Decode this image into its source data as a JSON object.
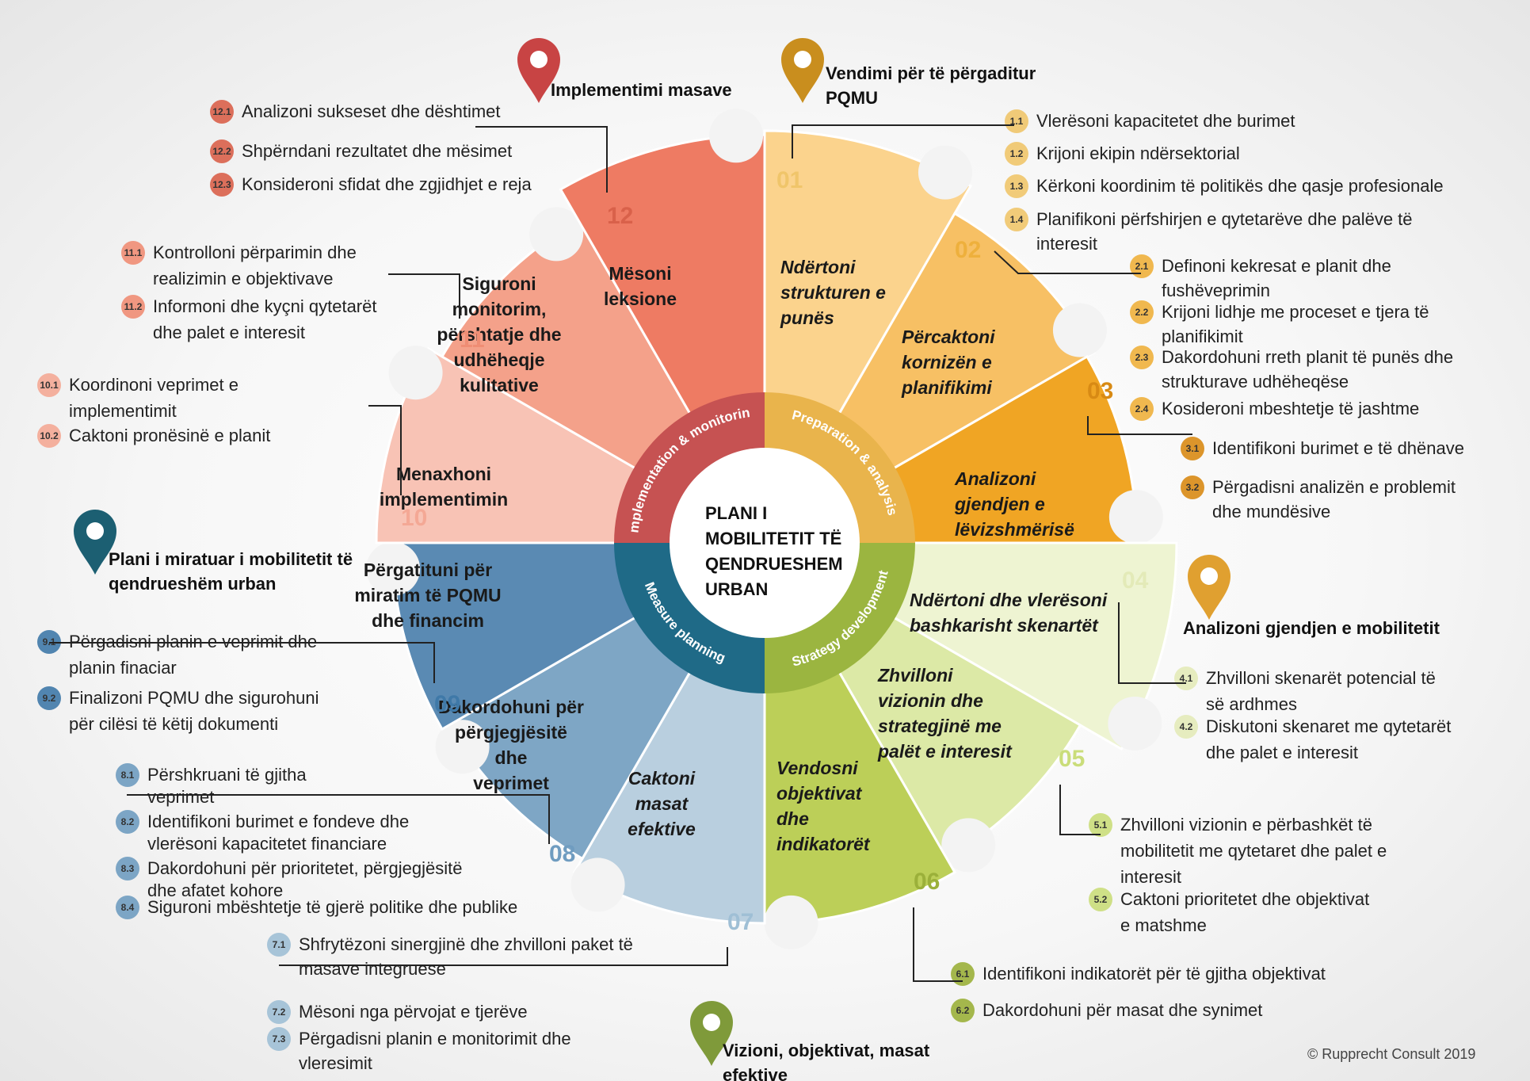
{
  "center_title": [
    "PLANI I",
    "MOBILITETIT TË",
    "QENDRUESHEM",
    "URBAN"
  ],
  "phases": [
    {
      "name": "Preparation & analysis",
      "color": "#e9b44c"
    },
    {
      "name": "Strategy development",
      "color": "#9bb540"
    },
    {
      "name": "Measure planning",
      "color": "#1f6a87"
    },
    {
      "name": "Implementation & monitoring",
      "color": "#c65252"
    }
  ],
  "milestones": [
    {
      "lines": [
        "Vendimi për të përgaditur",
        "PQMU"
      ],
      "color": "#c98e1e"
    },
    {
      "lines": [
        "Analizoni gjendjen e mobilitetit"
      ],
      "color": "#e0a030"
    },
    {
      "lines": [
        "Vizioni, objektivat, masat",
        "efektive"
      ],
      "color": "#7f9a3a"
    },
    {
      "lines": [
        "Plani i miratuar i mobilitetit të",
        "qendrueshëm urban"
      ],
      "color": "#1c5f72"
    },
    {
      "lines": [
        "Implementimi masave"
      ],
      "color": "#c84444"
    }
  ],
  "steps": [
    {
      "num": "01",
      "color": "#fbd38d",
      "num_color": "#f0c56a",
      "label": [
        "Ndërtoni",
        "strukturen e",
        "punës"
      ],
      "italic": true,
      "items": [
        {
          "id": "1.1",
          "lines": [
            "Vlerësoni kapacitetet dhe burimet"
          ]
        },
        {
          "id": "1.2",
          "lines": [
            "Krijoni ekipin ndërsektorial"
          ]
        },
        {
          "id": "1.3",
          "lines": [
            "Kërkoni koordinim të politikës dhe qasje profesionale"
          ]
        },
        {
          "id": "1.4",
          "lines": [
            "Planifikoni  përfshirjen e qytetarëve dhe palëve të",
            "interesit"
          ]
        }
      ]
    },
    {
      "num": "02",
      "color": "#f7c064",
      "num_color": "#eeb03c",
      "label": [
        "Përcaktoni",
        "kornizën e",
        "planifikimi"
      ],
      "italic": true,
      "items": [
        {
          "id": "2.1",
          "lines": [
            "Definoni kekresat e planit  dhe",
            "fushëveprimin"
          ]
        },
        {
          "id": "2.2",
          "lines": [
            "Krijoni lidhje me proceset e tjera të",
            "planifikimit"
          ]
        },
        {
          "id": "2.3",
          "lines": [
            "Dakordohuni rreth planit të punës dhe",
            "strukturave udhëheqëse"
          ]
        },
        {
          "id": "2.4",
          "lines": [
            "Kosideroni  mbeshtetje të jashtme"
          ]
        }
      ]
    },
    {
      "num": "03",
      "color": "#f0a524",
      "num_color": "#d88a14",
      "label": [
        "Analizoni",
        "gjendjen  e",
        "lëvizshmërisë"
      ],
      "italic": true,
      "items": [
        {
          "id": "3.1",
          "lines": [
            "Identifikoni burimet e të dhënave"
          ]
        },
        {
          "id": "3.2",
          "lines": [
            "Përgadisni analizën e problemit",
            "dhe mundësive"
          ]
        }
      ]
    },
    {
      "num": "04",
      "color": "#eef4d2",
      "num_color": "#e3eab8",
      "label": [
        "Ndërtoni dhe vlerësoni",
        "bashkarisht skenartët"
      ],
      "italic": true,
      "items": [
        {
          "id": "4.1",
          "lines": [
            "Zhvilloni skenarët potencial të",
            "së ardhmes"
          ]
        },
        {
          "id": "4.2",
          "lines": [
            "Diskutoni skenaret me qytetarët",
            "dhe palet e interesit"
          ]
        }
      ]
    },
    {
      "num": "05",
      "color": "#dce9a6",
      "num_color": "#cadd7a",
      "label": [
        "Zhvilloni",
        "vizionin dhe",
        "strategjinë me",
        "palët e interesit"
      ],
      "italic": true,
      "items": [
        {
          "id": "5.1",
          "lines": [
            "Zhvilloni vizionin e përbashkët të",
            "mobilitetit me qytetaret dhe palet e",
            "interesit"
          ]
        },
        {
          "id": "5.2",
          "lines": [
            "Caktoni prioritetet dhe objektivat",
            " e matshme"
          ]
        }
      ]
    },
    {
      "num": "06",
      "color": "#bccf58",
      "num_color": "#9bb03a",
      "label": [
        "Vendosni",
        "objektivat",
        "dhe",
        "indikatorët"
      ],
      "italic": true,
      "items": [
        {
          "id": "6.1",
          "lines": [
            "Identifikoni indikatorët për të gjitha objektivat"
          ]
        },
        {
          "id": "6.2",
          "lines": [
            "Dakordohuni për masat dhe synimet"
          ]
        }
      ]
    },
    {
      "num": "07",
      "color": "#b9cfdf",
      "num_color": "#9fbfd5",
      "label": [
        "Caktoni",
        "masat",
        "efektive"
      ],
      "italic": true,
      "items": [
        {
          "id": "7.1",
          "lines": [
            "Shfrytëzoni sinergjinë dhe zhvilloni paket të",
            "masave integruese"
          ]
        },
        {
          "id": "7.2",
          "lines": [
            "Mësoni nga përvojat e tjerëve"
          ]
        },
        {
          "id": "7.3",
          "lines": [
            "Përgadisni planin e monitorimit dhe",
            "vleresimit"
          ]
        }
      ]
    },
    {
      "num": "08",
      "color": "#7ea6c5",
      "num_color": "#6f9cc0",
      "label": [
        "Dakordohuni për",
        "përgjegjësitë",
        "dhe",
        "veprimet"
      ],
      "italic": false,
      "items": [
        {
          "id": "8.1",
          "lines": [
            "Përshkruani të gjitha",
            "veprimet"
          ]
        },
        {
          "id": "8.2",
          "lines": [
            "Identifikoni burimet e fondeve dhe",
            "vlerësoni kapacitetet financiare"
          ]
        },
        {
          "id": "8.3",
          "lines": [
            "Dakordohuni për prioritetet, përgjegjësitë",
            "dhe afatet kohore"
          ]
        },
        {
          "id": "8.4",
          "lines": [
            "Siguroni mbështetje të gjerë politike dhe publike"
          ]
        }
      ]
    },
    {
      "num": "09",
      "color": "#5a8ab3",
      "num_color": "#3f79a8",
      "label": [
        "Përgatituni për",
        "miratim  të PQMU",
        "dhe financim"
      ],
      "italic": false,
      "items": [
        {
          "id": "9.1",
          "lines": [
            "Përgadisni planin e veprimit dhe",
            "planin finaciar"
          ]
        },
        {
          "id": "9.2",
          "lines": [
            "Finalizoni  PQMU dhe sigurohuni",
            "për cilësi të këtij dokumenti"
          ]
        }
      ]
    },
    {
      "num": "10",
      "color": "#f8c3b5",
      "num_color": "#f4a895",
      "label": [
        "Menaxhoni",
        "implementimin"
      ],
      "italic": false,
      "items": [
        {
          "id": "10.1",
          "lines": [
            "Koordinoni veprimet e",
            "implementimit"
          ]
        },
        {
          "id": "10.2",
          "lines": [
            "Caktoni pronësinë e planit"
          ]
        }
      ]
    },
    {
      "num": "11",
      "color": "#f4a18a",
      "num_color": "#ef8d74",
      "label": [
        "Siguroni",
        "monitorim,",
        "përshtatje dhe",
        "udhëheqje",
        "kulitative"
      ],
      "italic": false,
      "items": [
        {
          "id": "11.1",
          "lines": [
            "Kontrolloni përparimin dhe",
            "realizimin e objektivave"
          ]
        },
        {
          "id": "11.2",
          "lines": [
            "Informoni dhe kyçni qytetarët",
            "dhe palet e interesit"
          ]
        }
      ]
    },
    {
      "num": "12",
      "color": "#ee7b63",
      "num_color": "#d9614a",
      "label": [
        "Mësoni",
        "leksione"
      ],
      "italic": false,
      "items": [
        {
          "id": "12.1",
          "lines": [
            "Analizoni sukseset dhe dështimet"
          ]
        },
        {
          "id": "12.2",
          "lines": [
            "Shpërndani rezultatet dhe mësimet"
          ]
        },
        {
          "id": "12.3",
          "lines": [
            "Konsideroni sfidat dhe zgjidhjet e reja"
          ]
        }
      ]
    }
  ],
  "copyright": "© Rupprecht Consult 2019"
}
